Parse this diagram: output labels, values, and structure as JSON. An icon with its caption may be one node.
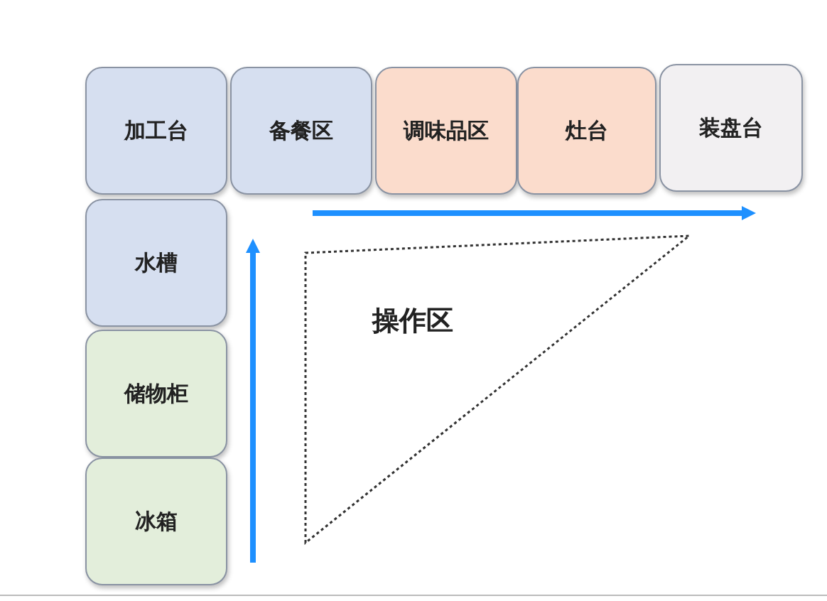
{
  "diagram": {
    "nodes": [
      {
        "text": [
          "加工台"
        ]
      },
      {
        "text": [
          "备餐区"
        ]
      },
      {
        "text": [
          "调味品区"
        ]
      },
      {
        "text": [
          "灶台"
        ]
      },
      {
        "text": [
          "装盘台"
        ]
      },
      {
        "text": [
          "水槽"
        ]
      },
      {
        "text": [
          "储物柜"
        ]
      },
      {
        "text": [
          "冰箱"
        ]
      },
      {
        "text": [
          "操作区"
        ]
      }
    ],
    "edges": []
  }
}
